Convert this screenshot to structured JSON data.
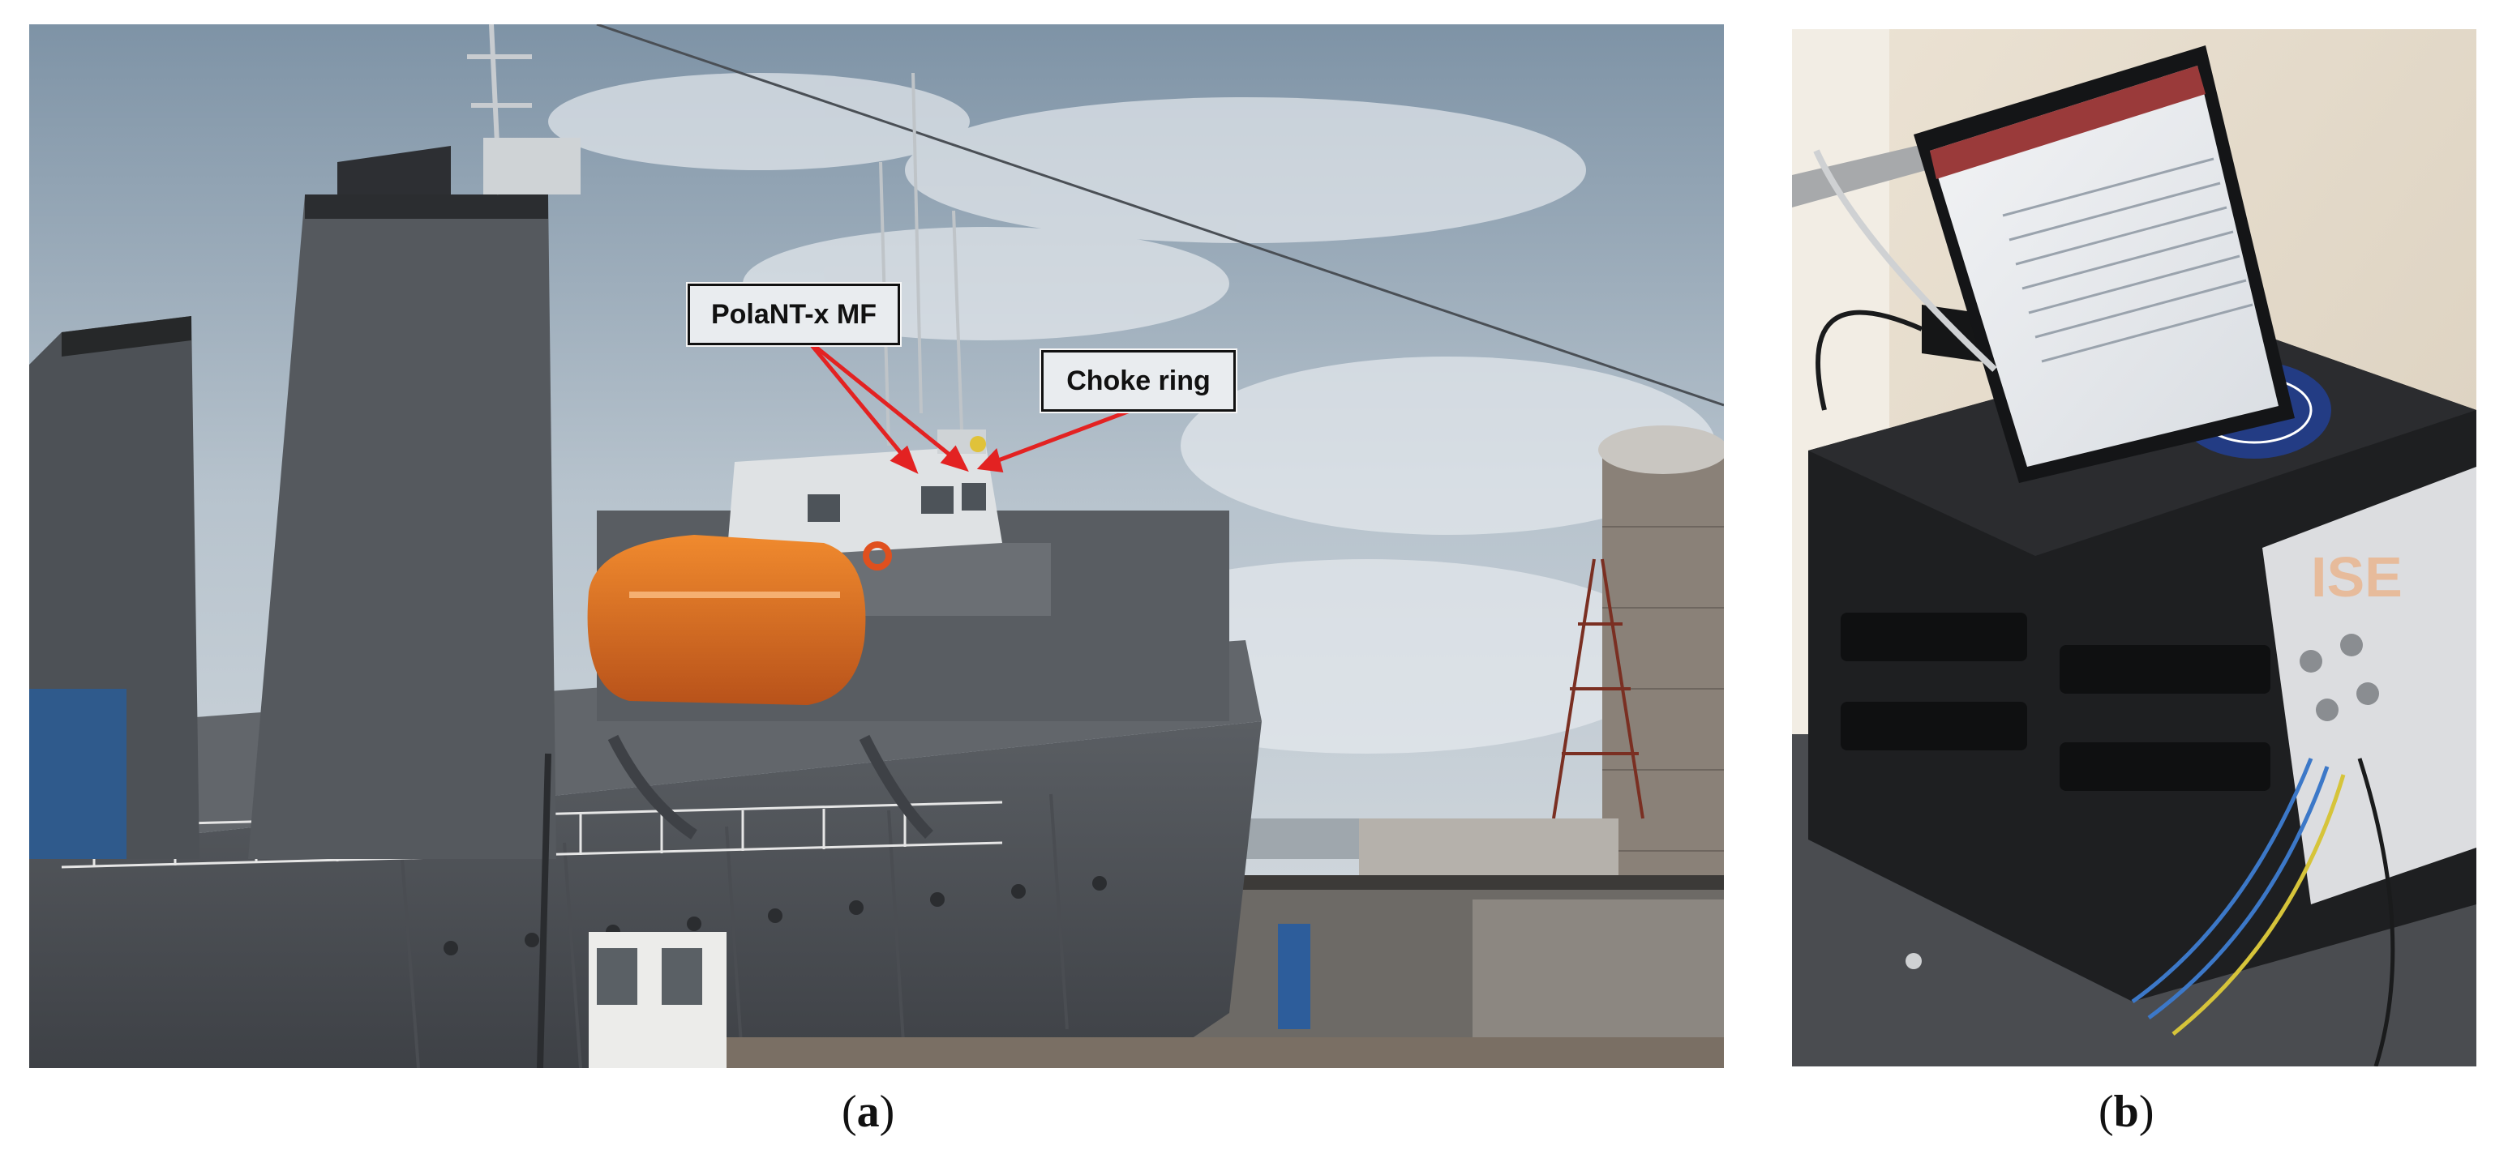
{
  "panels": {
    "a": {
      "caption_open": "(",
      "caption_letter": "a",
      "caption_close": ")",
      "annotations": {
        "polant_label": "PolaNT-x MF",
        "choke_label": "Choke ring"
      },
      "arrow_color": "#e32222"
    },
    "b": {
      "caption_open": "(",
      "caption_letter": "b",
      "caption_close": ")"
    }
  }
}
